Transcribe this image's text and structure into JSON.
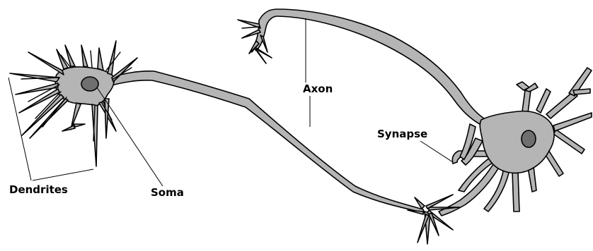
{
  "labels": {
    "dendrites": "Dendrites",
    "soma": "Soma",
    "axon": "Axon",
    "synapse": "Synapse"
  },
  "colors": {
    "membrane": "#b5b5b5",
    "nucleus": "#6f6f6f",
    "outline": "#000000",
    "background": "#ffffff"
  }
}
